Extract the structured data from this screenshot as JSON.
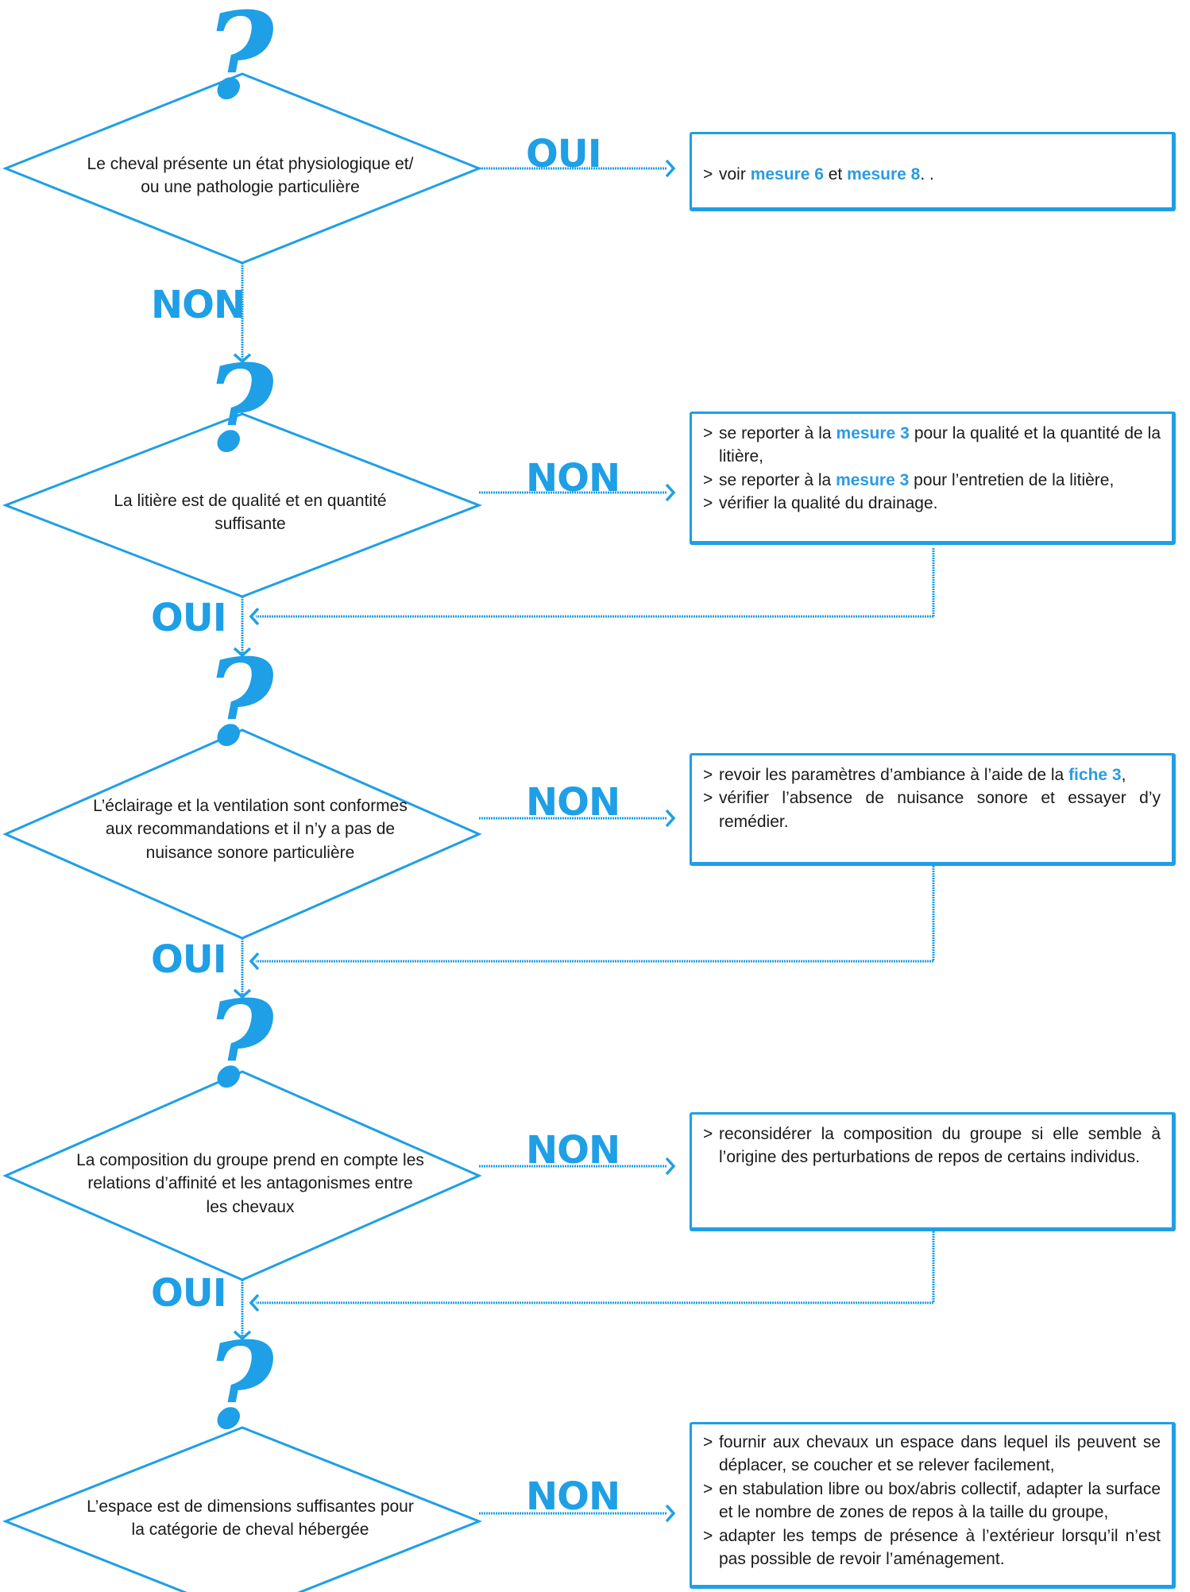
{
  "colors": {
    "accent": "#1e9fe6",
    "text": "#1a1a1a",
    "background": "#ffffff"
  },
  "question_glyph": "?",
  "questions": [
    {
      "text": "Le cheval présente un état physiologique et/ ou une pathologie particulière",
      "right_label": "OUI",
      "down_label": "NON"
    },
    {
      "text": "La litière est de qualité et en quantité suffisante",
      "right_label": "NON",
      "down_label": "OUI"
    },
    {
      "text": "L’éclairage et la ventilation sont conformes aux recommandations et il n’y a pas de nuisance sonore particulière",
      "right_label": "NON",
      "down_label": "OUI"
    },
    {
      "text": "La composition du groupe prend en compte les relations d’affinité et les antagonismes entre les chevaux",
      "right_label": "NON",
      "down_label": "OUI"
    },
    {
      "text": "L’espace est de dimensions suffisantes pour la catégorie de cheval hébergée",
      "right_label": "NON"
    }
  ],
  "boxes": [
    {
      "items": [
        [
          {
            "t": "voir "
          },
          {
            "t": "mesure 6",
            "ref": true
          },
          {
            "t": " et "
          },
          {
            "t": "mesure 8",
            "ref": true
          },
          {
            "t": ". ."
          }
        ]
      ]
    },
    {
      "items": [
        [
          {
            "t": "se reporter à la "
          },
          {
            "t": "mesure 3",
            "ref": true
          },
          {
            "t": " pour la qualité et la quantité de la litière,"
          }
        ],
        [
          {
            "t": "se reporter à la "
          },
          {
            "t": "mesure 3",
            "ref": true
          },
          {
            "t": " pour l’entretien de la litière,"
          }
        ],
        [
          {
            "t": "vérifier la qualité du drainage."
          }
        ]
      ]
    },
    {
      "items": [
        [
          {
            "t": "revoir les paramètres d’ambiance à l’aide de la "
          },
          {
            "t": "fiche 3",
            "ref": true
          },
          {
            "t": ","
          }
        ],
        [
          {
            "t": "vérifier l’absence de nuisance sonore et essayer d’y remédier."
          }
        ]
      ]
    },
    {
      "items": [
        [
          {
            "t": "reconsidérer la composition du groupe si elle semble à l’origine des perturbations de repos de certains individus."
          }
        ]
      ]
    },
    {
      "items": [
        [
          {
            "t": "fournir aux chevaux un espace dans lequel ils peuvent se déplacer, se coucher et se relever facilement,"
          }
        ],
        [
          {
            "t": "en stabulation libre ou box/abris collectif, adapter la surface et le nombre de zones de repos à la taille du groupe,"
          }
        ],
        [
          {
            "t": "adapter les temps de présence à l’extérieur lorsqu’il n’est pas possible de revoir l’aménagement."
          }
        ]
      ]
    }
  ]
}
